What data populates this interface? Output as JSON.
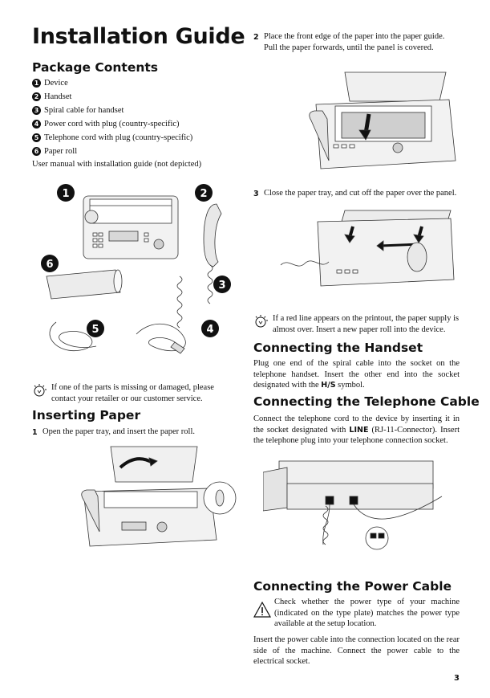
{
  "title": "Installation Guide",
  "package": {
    "heading": "Package Contents",
    "items": [
      {
        "num": "1",
        "text": "Device"
      },
      {
        "num": "2",
        "text": "Handset"
      },
      {
        "num": "3",
        "text": "Spiral cable for handset"
      },
      {
        "num": "4",
        "text": "Power cord with plug (country-specific)"
      },
      {
        "num": "5",
        "text": "Telephone cord with plug (country-specific)"
      },
      {
        "num": "6",
        "text": "Paper roll"
      }
    ],
    "footer": "User manual with installation guide (not depicted)",
    "callouts": [
      "1",
      "2",
      "3",
      "4",
      "5",
      "6"
    ]
  },
  "missing_note": "If one of the parts is missing or damaged, please contact your retailer or our customer service.",
  "inserting": {
    "heading": "Inserting Paper",
    "step1_num": "1",
    "step1_text": "Open the paper tray, and insert the paper roll."
  },
  "right": {
    "step2_num": "2",
    "step2_text": "Place the front edge of the paper into the paper guide. Pull the paper forwards, until the panel is covered.",
    "step3_num": "3",
    "step3_text": "Close the paper tray, and cut off the paper over the panel.",
    "red_line_note": "If a red line appears on the printout, the paper supply is almost over. Insert a new paper roll into the device."
  },
  "handset": {
    "heading": "Connecting the Handset",
    "text_a": "Plug one end of the spiral cable into the socket on the telephone handset. Insert the other end into the socket designated with the ",
    "text_symbol": "H/S",
    "text_b": " symbol."
  },
  "telephone": {
    "heading": "Connecting the Telephone Cable",
    "text_a": "Connect the telephone cord to the device by inserting it in the socket designated with ",
    "text_line": "LINE",
    "text_b": " (RJ-11-Connector). Insert the telephone plug into your telephone connection socket."
  },
  "power": {
    "heading": "Connecting the Power Cable",
    "warning": "Check whether the power type of your machine (indicated on the type plate) matches the power type available at the setup location.",
    "text": "Insert the power cable into the connection located on the rear side of the machine. Connect the power cable to the electrical socket."
  },
  "page_number": "3"
}
